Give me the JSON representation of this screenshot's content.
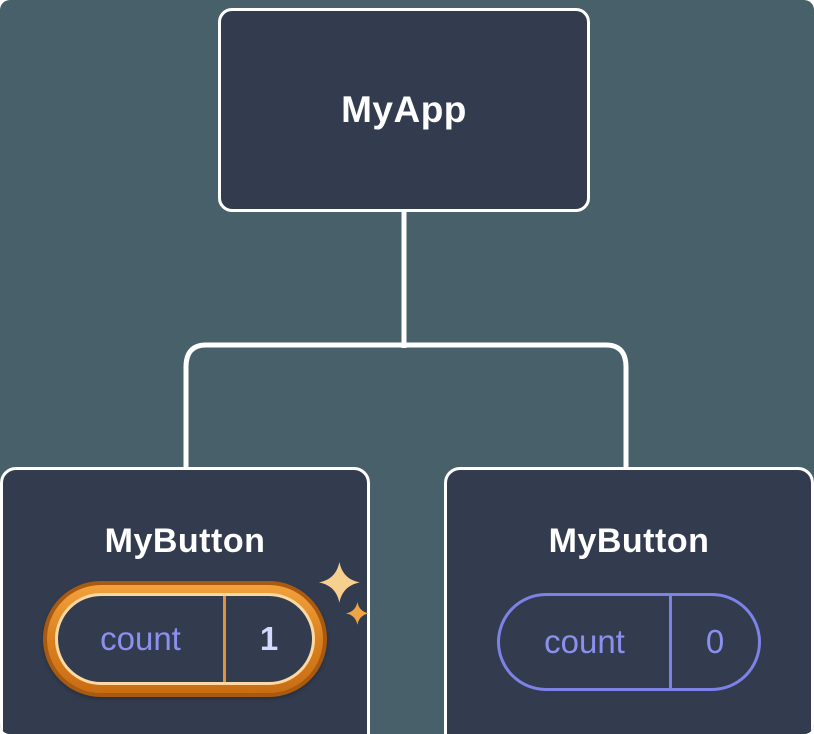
{
  "diagram": {
    "root": {
      "label": "MyApp"
    },
    "children": [
      {
        "label": "MyButton",
        "state": {
          "key": "count",
          "value": "1"
        },
        "highlighted": true
      },
      {
        "label": "MyButton",
        "state": {
          "key": "count",
          "value": "0"
        },
        "highlighted": false
      }
    ],
    "colors": {
      "background": "#48606a",
      "node_fill": "#333c4f",
      "node_border": "#ffffff",
      "connector": "#ffffff",
      "state_text": "#8b90ee",
      "state_border": "#7d82e8",
      "highlight_ring_outer": "#a85a10",
      "highlight_ring_fill": "#e08b24",
      "highlight_ring_inner": "#fcd9a2",
      "sparkle_big": "#f7cf8f",
      "sparkle_small": "#f0a443"
    }
  }
}
